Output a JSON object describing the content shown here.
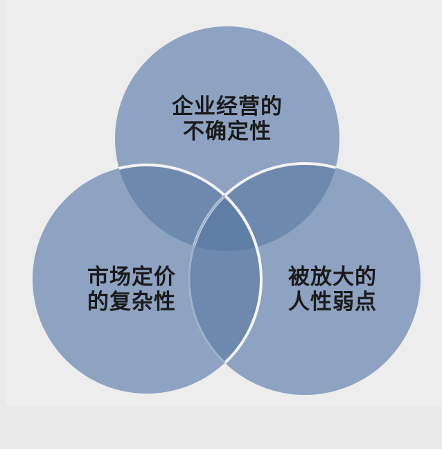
{
  "diagram": {
    "type": "venn",
    "colors": {
      "background": "#ededed",
      "circle": "#8da3c1",
      "overlap2": "#6d89ae",
      "overlap3": "#5f7ea6",
      "stroke": "#ffffff"
    },
    "circles": [
      {
        "id": "top",
        "lines": [
          "企业经营的",
          "不确定性"
        ]
      },
      {
        "id": "left",
        "lines": [
          "市场定价",
          "的复杂性"
        ]
      },
      {
        "id": "right",
        "lines": [
          "被放大的",
          "人性弱点"
        ]
      }
    ]
  }
}
